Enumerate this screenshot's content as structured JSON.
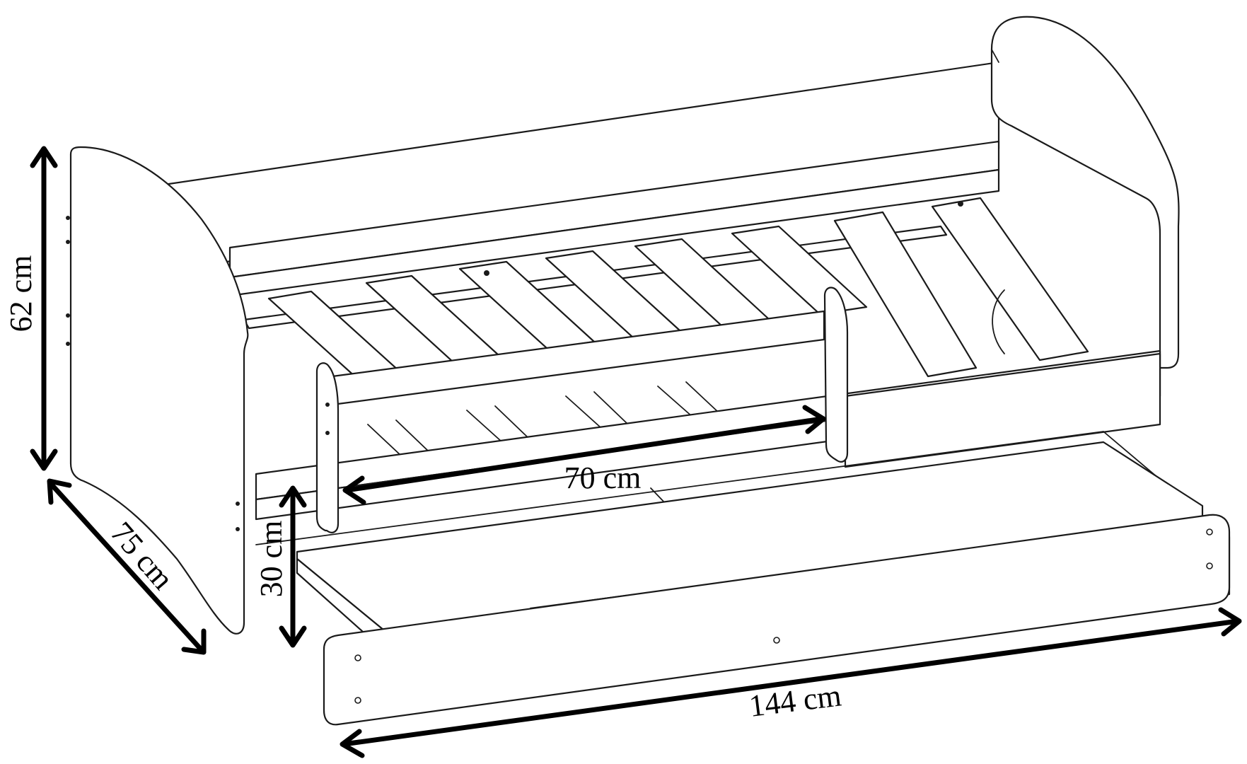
{
  "diagram": {
    "subject": "children's bed with drawer, side guard rail and slatted base",
    "dimensions": {
      "height": "62 cm",
      "depth": "75 cm",
      "guard_rail_length": "70 cm",
      "drawer_height": "30 cm",
      "length": "144 cm"
    }
  }
}
